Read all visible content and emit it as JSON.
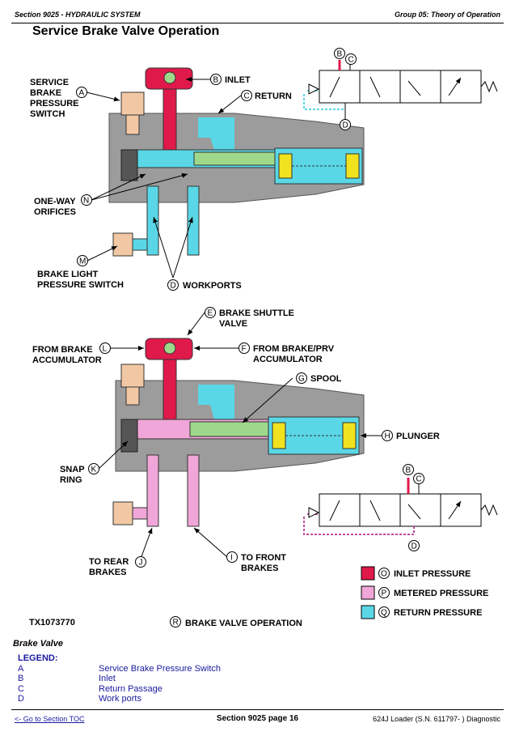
{
  "header": {
    "left": "Section 9025 - HYDRAULIC SYSTEM",
    "right": "Group 05: Theory of Operation"
  },
  "page_title": "Service Brake Valve Operation",
  "top_labels": {
    "service_brake_switch": [
      "SERVICE",
      "BRAKE",
      "PRESSURE",
      "SWITCH"
    ],
    "inlet": "INLET",
    "return": "RETURN",
    "one_way": [
      "ONE-WAY",
      "ORIFICES"
    ],
    "brake_light": [
      "BRAKE LIGHT",
      "PRESSURE SWITCH"
    ],
    "workports": "WORKPORTS"
  },
  "bottom_labels": {
    "shuttle": [
      "BRAKE SHUTTLE",
      "VALVE"
    ],
    "from_accum": [
      "FROM BRAKE",
      "ACCUMULATOR"
    ],
    "from_prv": [
      "FROM BRAKE/PRV",
      "ACCUMULATOR"
    ],
    "spool": "SPOOL",
    "plunger": "PLUNGER",
    "snap_ring": [
      "SNAP",
      "RING"
    ],
    "rear_brakes": [
      "TO REAR",
      "BRAKES"
    ],
    "front_brakes": [
      "TO FRONT",
      "BRAKES"
    ]
  },
  "letters": {
    "A": "A",
    "B": "B",
    "C": "C",
    "D": "D",
    "E": "E",
    "F": "F",
    "G": "G",
    "H": "H",
    "I": "I",
    "J": "J",
    "K": "K",
    "L": "L",
    "M": "M",
    "N": "N",
    "O": "O",
    "P": "P",
    "Q": "Q",
    "R": "R"
  },
  "pressure_legend": [
    {
      "letter": "O",
      "label": "INLET PRESSURE",
      "color": "#e0194b"
    },
    {
      "letter": "P",
      "label": "METERED PRESSURE",
      "color": "#f0a6d8"
    },
    {
      "letter": "Q",
      "label": "RETURN PRESSURE",
      "color": "#5ad7e6"
    }
  ],
  "figure_id": "TX1073770",
  "figure_caption_letter": "R",
  "figure_caption": "BRAKE VALVE OPERATION",
  "caption": "Brake Valve",
  "legend": {
    "title": "LEGEND:",
    "items": [
      {
        "key": "A",
        "value": "Service Brake Pressure Switch"
      },
      {
        "key": "B",
        "value": "Inlet"
      },
      {
        "key": "C",
        "value": "Return Passage"
      },
      {
        "key": "D",
        "value": "Work ports"
      }
    ]
  },
  "footer": {
    "link": "<- Go to Section TOC",
    "center": "Section 9025 page 16",
    "right": "624J Loader (S.N. 611797- ) Diagnostic"
  },
  "colors": {
    "body": "#9c9c9c",
    "inlet": "#e0194b",
    "metered": "#f0a6d8",
    "return": "#5ad7e6",
    "spool": "#9ed98b",
    "plunger": "#f0e21e",
    "switch": "#f2c8a4"
  }
}
